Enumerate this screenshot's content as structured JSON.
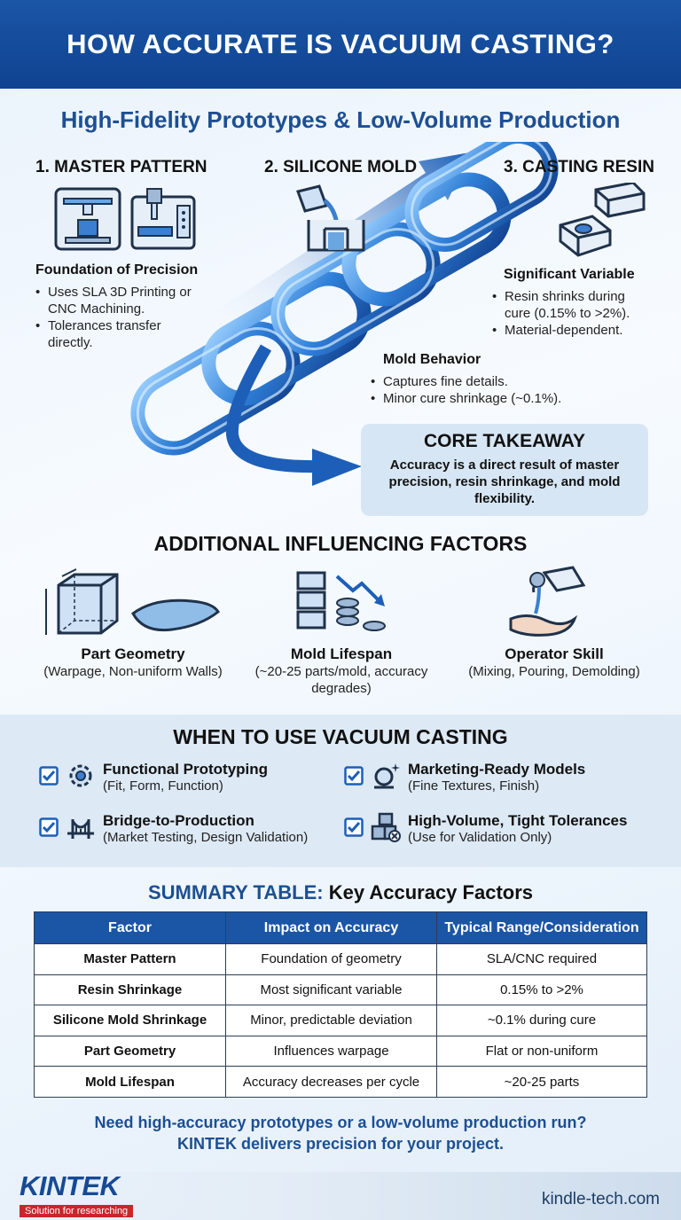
{
  "header": {
    "title": "HOW ACCURATE IS VACUUM CASTING?"
  },
  "subtitle": "High-Fidelity Prototypes & Low-Volume Production",
  "steps": {
    "master": {
      "title": "1. MASTER PATTERN",
      "heading": "Foundation of Precision",
      "bullets": [
        "Uses SLA 3D Printing or CNC Machining.",
        "Tolerances transfer directly."
      ]
    },
    "mold": {
      "title": "2. SILICONE MOLD",
      "heading": "Mold Behavior",
      "bullets": [
        "Captures fine details.",
        "Minor cure shrinkage (~0.1%)."
      ]
    },
    "resin": {
      "title": "3. CASTING RESIN",
      "heading": "Significant Variable",
      "bullets": [
        "Resin shrinks during cure (0.15% to >2%).",
        "Material-dependent."
      ]
    }
  },
  "takeaway": {
    "title": "CORE TAKEAWAY",
    "body": "Accuracy is a direct result of master precision, resin shrinkage, and mold flexibility."
  },
  "factors": {
    "title": "ADDITIONAL INFLUENCING FACTORS",
    "items": [
      {
        "label": "Part Geometry",
        "sub": "(Warpage, Non-uniform Walls)",
        "icon": "part-geometry-icon"
      },
      {
        "label": "Mold Lifespan",
        "sub": "(~20-25 parts/mold, accuracy degrades)",
        "icon": "mold-lifespan-icon"
      },
      {
        "label": "Operator Skill",
        "sub": "(Mixing, Pouring, Demolding)",
        "icon": "operator-skill-icon"
      }
    ]
  },
  "when": {
    "title": "WHEN TO USE VACUUM CASTING",
    "items": [
      {
        "label": "Functional Prototyping",
        "sub": "(Fit, Form, Function)",
        "icon": "gear-icon"
      },
      {
        "label": "Marketing-Ready Models",
        "sub": "(Fine Textures, Finish)",
        "icon": "sparkle-model-icon"
      },
      {
        "label": "Bridge-to-Production",
        "sub": "(Market Testing, Design Validation)",
        "icon": "bridge-icon"
      },
      {
        "label": "High-Volume, Tight Tolerances",
        "sub": "(Use for Validation Only)",
        "icon": "boxes-icon"
      }
    ]
  },
  "table": {
    "title_part1": "SUMMARY TABLE:",
    "title_part2": "Key Accuracy Factors",
    "headers": [
      "Factor",
      "Impact on Accuracy",
      "Typical Range/Consideration"
    ],
    "rows": [
      [
        "Master Pattern",
        "Foundation of geometry",
        "SLA/CNC required"
      ],
      [
        "Resin Shrinkage",
        "Most significant variable",
        "0.15% to >2%"
      ],
      [
        "Silicone Mold Shrinkage",
        "Minor, predictable deviation",
        "~0.1% during cure"
      ],
      [
        "Part Geometry",
        "Influences warpage",
        "Flat or non-uniform"
      ],
      [
        "Mold Lifespan",
        "Accuracy decreases per cycle",
        "~20-25 parts"
      ]
    ]
  },
  "cta": {
    "line1": "Need high-accuracy prototypes or a low-volume production run?",
    "line2": "KINTEK delivers precision for your project."
  },
  "footer": {
    "logo": "KINTEK",
    "tagline": "Solution for researching",
    "site": "kindle-tech.com"
  },
  "colors": {
    "primary": "#1b55a6",
    "accent_red": "#c9252c",
    "band": "#dde9f5"
  }
}
